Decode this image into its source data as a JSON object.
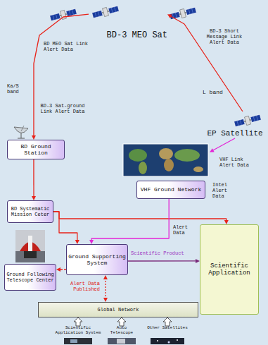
{
  "diagram": {
    "nodes": [
      {
        "text": [
          "BD-3 MEO Sat"
        ]
      },
      {
        "text": [
          "EP Satellite"
        ]
      },
      {
        "text": [
          "BD Ground Station"
        ]
      },
      {
        "text": [
          "VHF Ground Network"
        ]
      },
      {
        "text": [
          "BD Systematic Mission Ceter"
        ]
      },
      {
        "text": [
          "Ground Following Telescope Center"
        ]
      },
      {
        "text": [
          "Ground Supporting System"
        ]
      },
      {
        "text": [
          "Scientific Application"
        ]
      },
      {
        "text": [
          "Global Network"
        ]
      },
      {
        "text": [
          "Scientific Application System"
        ]
      },
      {
        "text": [
          "Auto Telescope"
        ]
      },
      {
        "text": [
          "Other Satellites"
        ]
      }
    ],
    "edges": [
      {
        "from": 1,
        "to": 0,
        "arrow": "to"
      },
      {
        "from": 0,
        "to": 2,
        "arrow": "to"
      },
      {
        "from": 1,
        "to": 3,
        "arrow": "to"
      },
      {
        "from": 2,
        "to": 4,
        "arrow": "to"
      },
      {
        "from": 4,
        "to": 7,
        "arrow": "to"
      },
      {
        "from": 4,
        "to": 6,
        "arrow": "to"
      },
      {
        "from": 3,
        "to": 6,
        "arrow": "to"
      },
      {
        "from": 6,
        "to": 7,
        "arrow": "to"
      },
      {
        "from": 6,
        "to": 5,
        "arrow": "to"
      },
      {
        "from": 6,
        "to": 8,
        "arrow": "both"
      },
      {
        "from": 9,
        "to": 8,
        "arrow": "to"
      },
      {
        "from": 10,
        "to": 8,
        "arrow": "to"
      },
      {
        "from": 11,
        "to": 8,
        "arrow": "to"
      }
    ],
    "labels": [
      "BD MEO Sat Link Alert Data",
      "BD-3 Short Message Link Alert Data",
      "L band",
      "Ka/S band",
      "BD-3 Sat-ground Link Alert Data",
      "VHF Link Alert Data",
      "Intel Alert Data",
      "Alert Data",
      "Scientific Product",
      "Alert Data Published"
    ]
  }
}
